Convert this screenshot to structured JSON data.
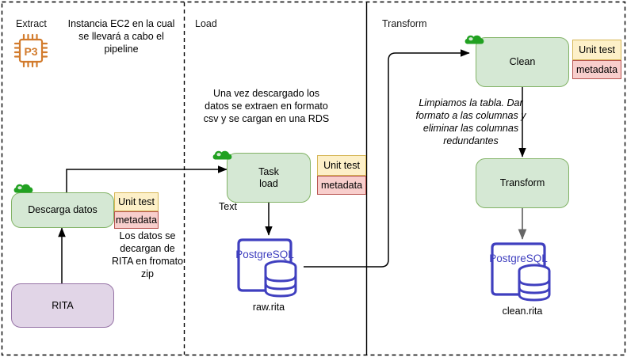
{
  "diagram": {
    "title": "ETL pipeline diagram",
    "lanes": [
      {
        "id": "extract",
        "label": "Extract"
      },
      {
        "id": "load",
        "label": "Load"
      },
      {
        "id": "transform",
        "label": "Transform"
      }
    ],
    "notes": [
      {
        "id": "ec2-note",
        "text": "Instancia EC2 en la cual se llevará a cabo el pipeline",
        "style": "normal"
      },
      {
        "id": "rita-note",
        "text": "Los datos se decargan de RITA en fromato zip",
        "style": "normal"
      },
      {
        "id": "load-note",
        "text": "Una vez descargado los datos se extraen en formato csv y se cargan en una RDS",
        "style": "normal"
      },
      {
        "id": "transform-note",
        "text": "Limpiamos la tabla. Dar formato a las columnas y eliminar las columnas redundantes",
        "style": "italic"
      }
    ],
    "icons": {
      "chip": {
        "name": "cpu-chip-icon",
        "label": "P3",
        "color": "#d27b2c"
      },
      "cloud": {
        "name": "airflow-cloud-icon",
        "color": "#21a121"
      },
      "postgres": {
        "name": "postgresql-icon",
        "label": "PostgreSQL",
        "color": "#3f3fbf"
      }
    },
    "nodes": [
      {
        "id": "descarga-datos",
        "label": "Descarga datos",
        "type": "task",
        "has_cloud": true,
        "badges": [
          {
            "id": "unit-test",
            "label": "Unit test"
          },
          {
            "id": "metadata",
            "label": "metadata"
          }
        ]
      },
      {
        "id": "rita",
        "label": "RITA",
        "type": "source",
        "has_cloud": false,
        "badges": []
      },
      {
        "id": "task-load",
        "label": "Task load",
        "label_line1": "Task",
        "label_line2": "load",
        "sub_label": "Text",
        "type": "task",
        "has_cloud": true,
        "badges": [
          {
            "id": "unit-test",
            "label": "Unit test"
          },
          {
            "id": "metadata",
            "label": "metadata"
          }
        ]
      },
      {
        "id": "clean",
        "label": "Clean",
        "type": "task",
        "has_cloud": true,
        "badges": [
          {
            "id": "unit-test",
            "label": "Unit test"
          },
          {
            "id": "metadata",
            "label": "metadata"
          }
        ]
      },
      {
        "id": "transform",
        "label": "Transform",
        "type": "task",
        "has_cloud": false,
        "badges": []
      }
    ],
    "databases": [
      {
        "id": "raw-rita",
        "engine": "PostgreSQL",
        "caption": "raw.rita"
      },
      {
        "id": "clean-rita",
        "engine": "PostgreSQL",
        "caption": "clean.rita"
      }
    ],
    "colors": {
      "task_fill": "#d5e8d4",
      "task_stroke": "#82b366",
      "source_fill": "#e1d5e7",
      "source_stroke": "#9673a6",
      "unit_test_fill": "#fdf0c8",
      "unit_test_stroke": "#d6b656",
      "metadata_fill": "#f8cecc",
      "metadata_stroke": "#b85450",
      "postgres": "#3f3fbf",
      "chip": "#d27b2c",
      "cloud": "#21a121",
      "edge": "#000000"
    }
  }
}
